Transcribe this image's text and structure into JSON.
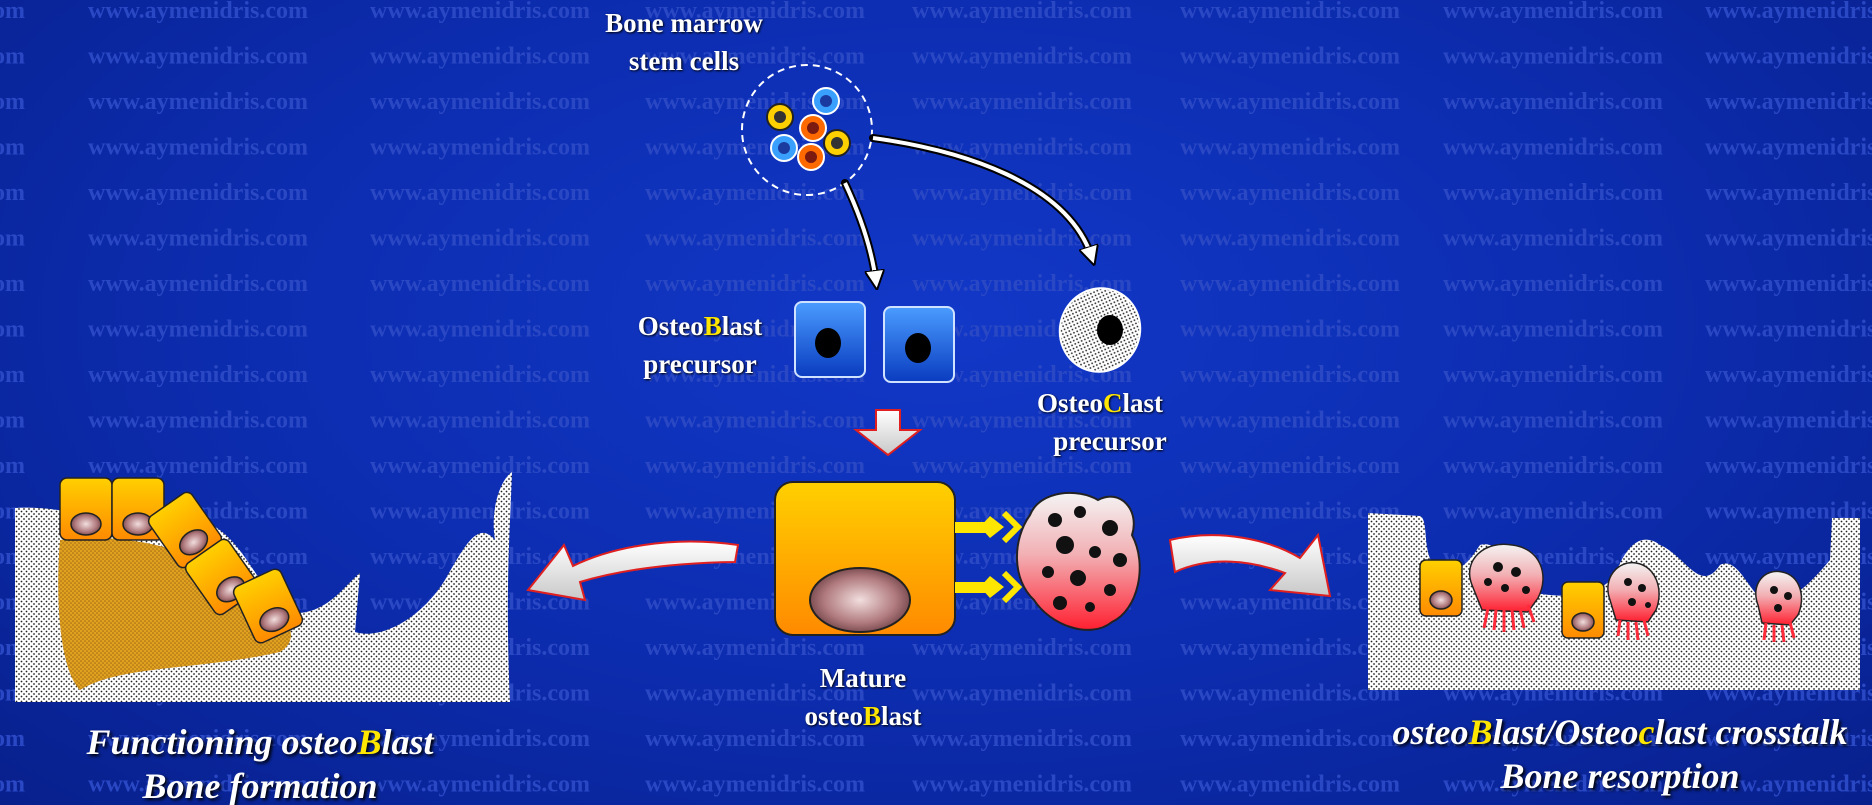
{
  "watermark": {
    "text": "www.aymenidris.com"
  },
  "labels": {
    "stem_cells": {
      "line1": "Bone marrow",
      "line2": "stem cells"
    },
    "ob_precursor": {
      "pre": "Osteo",
      "mid": "B",
      "post": "last",
      "line2": "precursor"
    },
    "oc_precursor": {
      "pre": "Osteo",
      "mid": "C",
      "post": "last",
      "line2": "precursor"
    },
    "mature_ob": {
      "line1": "Mature",
      "pre": "osteo",
      "mid": "B",
      "post": "last"
    }
  },
  "captions": {
    "left": {
      "pre": "Functioning osteo",
      "mid": "B",
      "post": "last",
      "line2": "Bone formation"
    },
    "right": {
      "pre": "osteo",
      "mid": "B",
      "post1": "last/Osteo",
      "mid2": "c",
      "post2": "last crosstalk",
      "line2": "Bone resorption"
    }
  },
  "colors": {
    "background": "#0c2cae",
    "highlight_letter": "#ffe600",
    "osteoblast_gradient": [
      "#ffd000",
      "#ff8a00"
    ],
    "osteoclast_gradient": [
      "#ffffff",
      "#ff2a3a"
    ],
    "precursor_fill": "#1e64e0"
  }
}
